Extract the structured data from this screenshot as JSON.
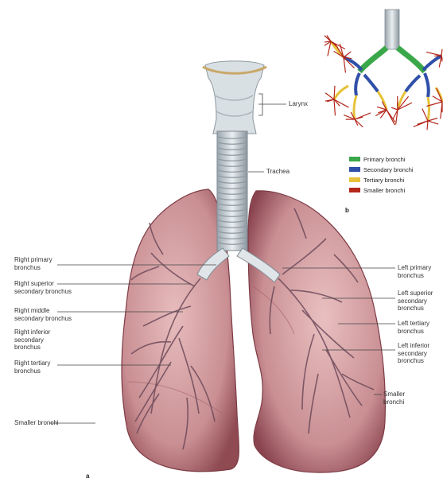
{
  "labels": {
    "larynx": "Larynx",
    "trachea": "Trachea",
    "right_primary": [
      "Right primary",
      "bronchus"
    ],
    "right_superior": [
      "Right superior",
      "secondary bronchus"
    ],
    "right_middle": [
      "Right middle",
      "secondary bronchus"
    ],
    "right_inferior": [
      "Right inferior",
      "secondary",
      "bronchus"
    ],
    "right_tertiary": [
      "Right tertiary",
      "bronchus"
    ],
    "smaller_bronchi_left": "Smaller bronchi",
    "left_primary": [
      "Left primary",
      "bronchus"
    ],
    "left_superior": [
      "Left superior",
      "secondary",
      "bronchus"
    ],
    "left_tertiary": [
      "Left tertiary",
      "bronchus"
    ],
    "left_inferior": [
      "Left inferior",
      "secondary",
      "bronchus"
    ],
    "smaller_bronchi_right": [
      "Smaller",
      "bronchi"
    ]
  },
  "legend": {
    "items": [
      {
        "label": "Primary bronchi",
        "color": "#3aa84a"
      },
      {
        "label": "Secondary bronchi",
        "color": "#2f4fa8"
      },
      {
        "label": "Tertiary bronchi",
        "color": "#e7c23a"
      },
      {
        "label": "Smaller bronchi",
        "color": "#b3271b"
      }
    ]
  },
  "panel_labels": {
    "a": "a",
    "b": "b"
  }
}
